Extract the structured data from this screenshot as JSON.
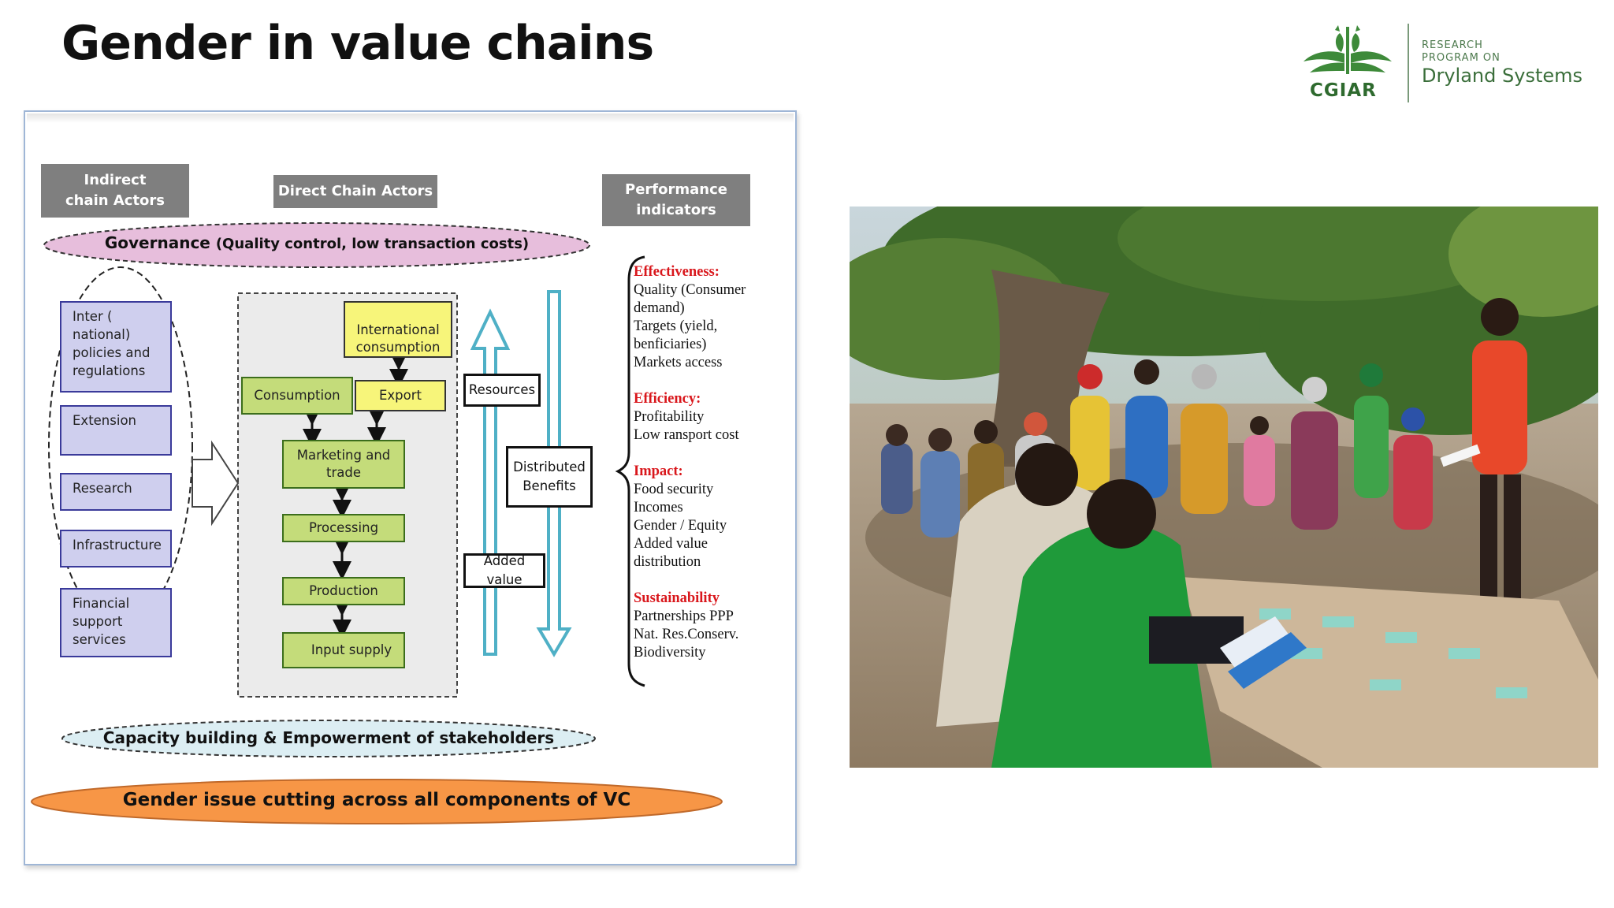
{
  "slide": {
    "title": "Gender in value chains"
  },
  "logo": {
    "org": "CGIAR",
    "line1": "RESEARCH",
    "line2": "PROGRAM ON",
    "line3": "Dryland Systems",
    "color": "#3a6e3a"
  },
  "diagram": {
    "headers": {
      "indirect": "Indirect chain Actors",
      "direct": "Direct Chain Actors",
      "performance": "Performance indicators"
    },
    "governance": {
      "main": "Governance",
      "detail": "(Quality control, low transaction costs)",
      "fill": "#e7bedc"
    },
    "indirect_actors": [
      "Inter ( national) policies and regulations",
      "Extension",
      "Research",
      "Infrastructure",
      "Financial support services"
    ],
    "direct_actors": {
      "international": "International consumption",
      "consumption": "Consumption",
      "export": "Export",
      "marketing": "Marketing and trade",
      "processing": "Processing",
      "production": "Production",
      "input": "Input  supply"
    },
    "flows": {
      "resources": "Resources",
      "distributed": "Distributed Benefits",
      "added_value": "Added value"
    },
    "performance": [
      {
        "head": "Effectiveness:",
        "lines": [
          "Quality (Consumer",
          "demand)",
          "Targets (yield,",
          "benficiaries)",
          "Markets  access"
        ]
      },
      {
        "head": "Efficiency:",
        "lines": [
          "Profitability",
          "Low  ransport cost"
        ]
      },
      {
        "head": "Impact:",
        "lines": [
          "Food security",
          "Incomes",
          "Gender / Equity",
          "Added value",
          "distribution"
        ]
      },
      {
        "head": "Sustainability",
        "lines": [
          "Partnerships PPP",
          "Nat. Res.Conserv.",
          "Biodiversity"
        ]
      }
    ],
    "capacity": "Capacity building & Empowerment of  stakeholders",
    "gender": "Gender issue cutting across all components of VC",
    "colors": {
      "header_gray": "#7f7f7f",
      "indirect_fill": "#cfcfee",
      "green_fill": "#c4dc7a",
      "yellow_fill": "#f7f57a",
      "arrow_blue": "#4fb0c6",
      "capacity_fill": "#dceef3",
      "gender_fill": "#f79646",
      "perf_head": "#d9171c"
    }
  }
}
